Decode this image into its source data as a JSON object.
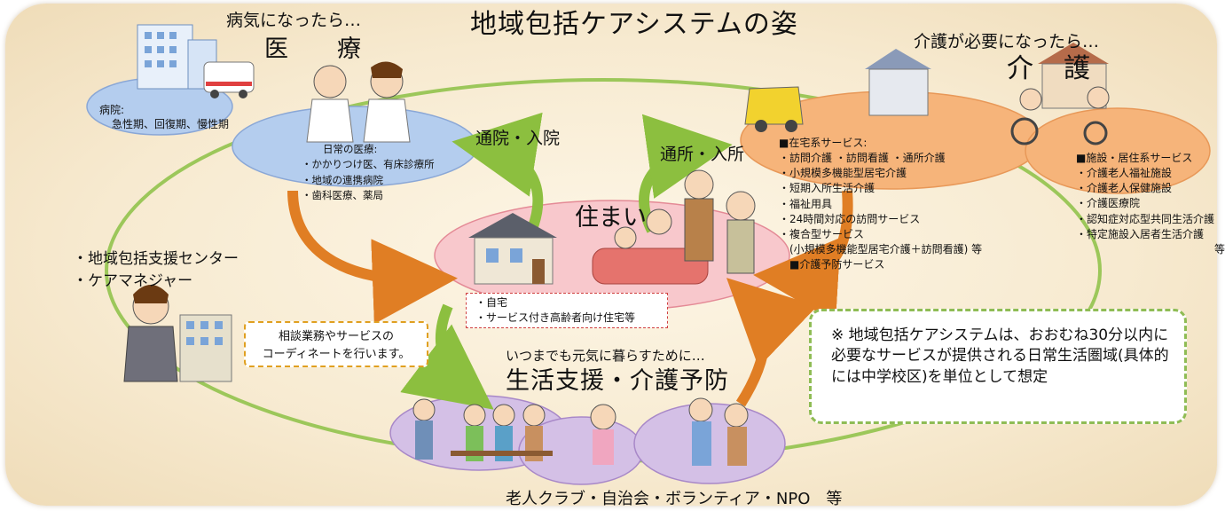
{
  "title": "地域包括ケアシステムの姿",
  "medical": {
    "subtitle": "病気になったら…",
    "heading": "医　療",
    "hospital": [
      "病院:",
      "急性期、回復期、慢性期"
    ],
    "daily": [
      "日常の医療:",
      "・かかりつけ医、有床診療所",
      "・地域の連携病院",
      "・歯科医療、薬局"
    ]
  },
  "care": {
    "subtitle": "介護が必要になったら…",
    "heading": "介護",
    "home_services": [
      "■在宅系サービス:",
      "・訪問介護 ・訪問看護 ・通所介護",
      "・小規模多機能型居宅介護",
      "・短期入所生活介護",
      "・福祉用具",
      "・24時間対応の訪問サービス",
      "・複合型サービス",
      "　(小規模多機能型居宅介護＋訪問看護) 等",
      "　■介護予防サービス"
    ],
    "facility_services": [
      "■施設・居住系サービス",
      "・介護老人福祉施設",
      "・介護老人保健施設",
      "・介護医療院",
      "・認知症対応型共同生活介護",
      "・特定施設入居者生活介護",
      "　　　　　　　　　　　　　等"
    ]
  },
  "flows": {
    "hospital": "通院・入院",
    "care": "通所・入所"
  },
  "housing": {
    "heading": "住まい",
    "items": [
      "・自宅",
      "・サービス付き高齢者向け住宅等"
    ]
  },
  "support_center": {
    "lines": [
      "・地域包括支援センター",
      "・ケアマネジャー"
    ],
    "consult": [
      "相談業務やサービスの",
      "コーディネートを行います。"
    ]
  },
  "life": {
    "subtitle": "いつまでも元気に暮らすために…",
    "heading": "生活支援・介護予防",
    "groups": "老人クラブ・自治会・ボランティア・NPO　等"
  },
  "note": "※ 地域包括ケアシステムは、おおむね30分以内に必要なサービスが提供される日常生活圏域(具体的には中学校区)を単位として想定",
  "colors": {
    "hospital_ellipse": "#b4cdee",
    "care_ellipse": "#f6b47a",
    "housing_ellipse": "#f8c8cc",
    "life_ellipse": "#d4c0e6",
    "ring": "#9cc75a",
    "arrow_orange": "#e07e24",
    "arrow_green": "#8cbf3f"
  }
}
